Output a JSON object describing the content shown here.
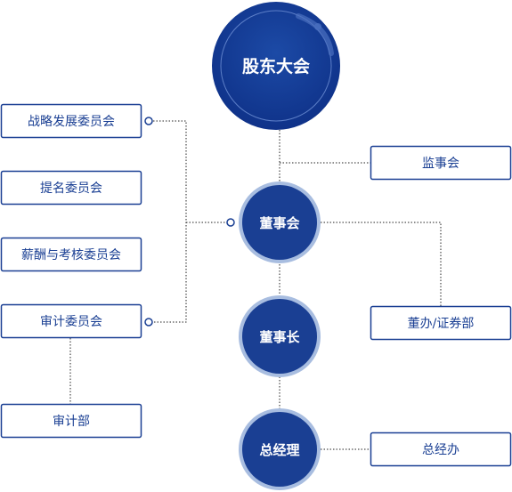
{
  "top_node": {
    "label": "股东大会"
  },
  "center_nodes": [
    {
      "label": "董事会"
    },
    {
      "label": "董事长"
    },
    {
      "label": "总经理"
    }
  ],
  "left_boxes": [
    {
      "label": "战略发展委员会"
    },
    {
      "label": "提名委员会"
    },
    {
      "label": "薪酬与考核委员会"
    },
    {
      "label": "审计委员会"
    },
    {
      "label": "审计部"
    }
  ],
  "right_boxes": [
    {
      "label": "监事会"
    },
    {
      "label": "董办/证券部"
    },
    {
      "label": "总经办"
    }
  ],
  "colors": {
    "primary": "#1a3f93",
    "circle_ring": "#a8bde0",
    "box_border": "#1a3f93",
    "box_fill": "#ffffff"
  }
}
